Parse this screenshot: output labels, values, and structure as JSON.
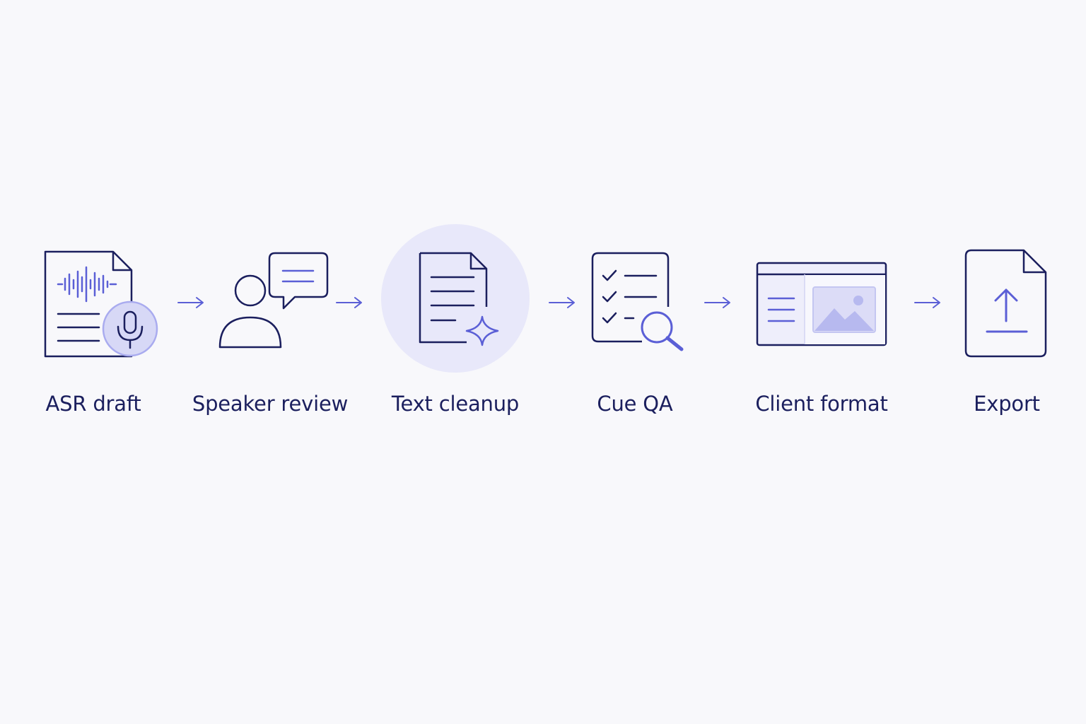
{
  "colors": {
    "background": "#f8f8fb",
    "stroke_dark": "#1b1f5e",
    "accent": "#5b5fd6",
    "accent_light": "#c9cbf3",
    "halo": "#e8e8fa"
  },
  "steps": [
    {
      "label": "ASR draft",
      "icon": "document-audio-mic-icon"
    },
    {
      "label": "Speaker review",
      "icon": "person-speech-bubble-icon"
    },
    {
      "label": "Text cleanup",
      "icon": "document-sparkle-icon",
      "highlighted": true
    },
    {
      "label": "Cue QA",
      "icon": "checklist-magnifier-icon"
    },
    {
      "label": "Client format",
      "icon": "layout-window-image-icon"
    },
    {
      "label": "Export",
      "icon": "file-upload-icon"
    }
  ],
  "connector_icon": "arrow-right-icon"
}
